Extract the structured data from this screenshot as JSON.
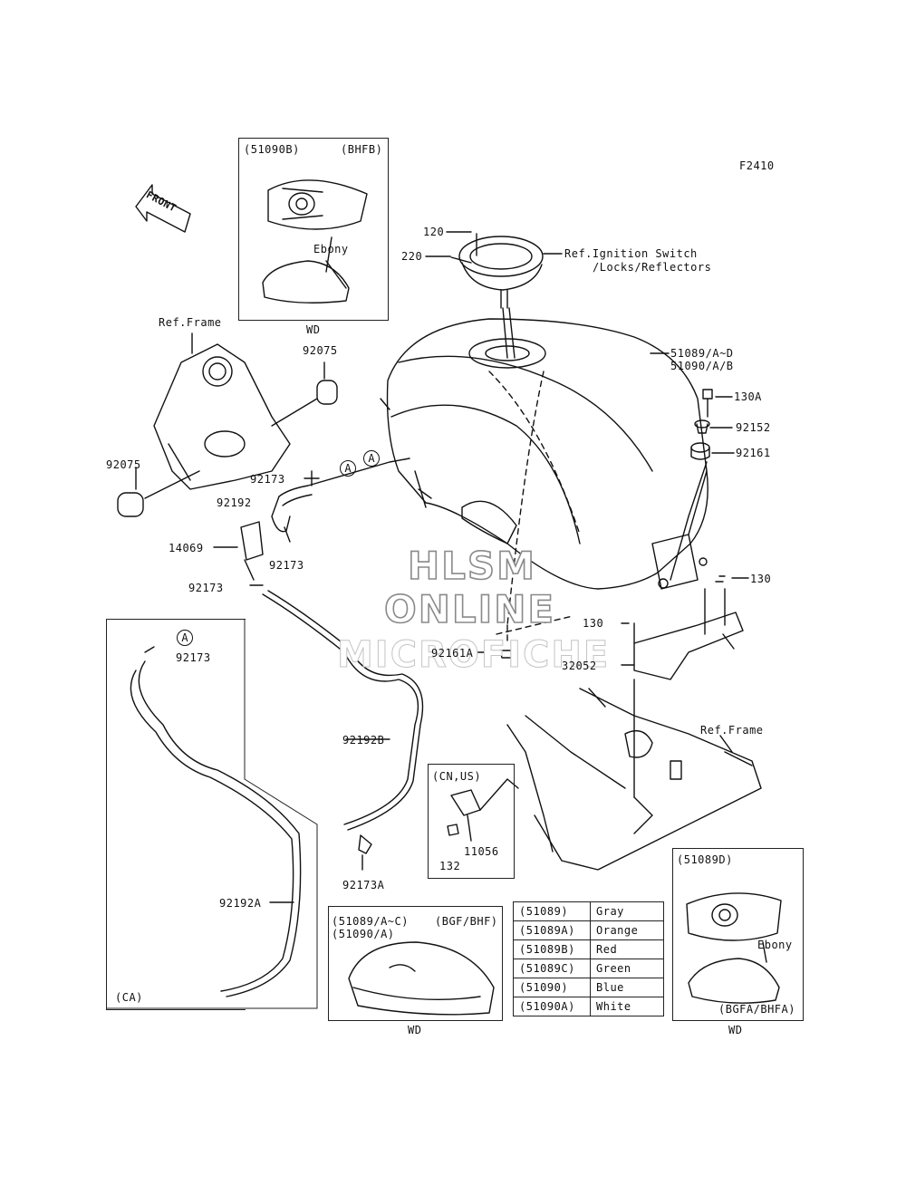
{
  "figure_code": "F2410",
  "front_arrow": "FRONT",
  "watermark": {
    "line1": "HLSM",
    "line2": "ONLINE",
    "line3": "MICROFICHE"
  },
  "inset_top": {
    "code": "(51090B)",
    "model": "(BHFB)",
    "ebony": "Ebony",
    "wd": "WD"
  },
  "inset_ca": {
    "circle": "A",
    "part_92173": "92173",
    "part_92192a": "92192A",
    "region": "(CA)"
  },
  "inset_cnus": {
    "region": "(CN,US)",
    "part_132": "132",
    "part_11056": "11056"
  },
  "inset_bottom_mid": {
    "code1": "(51089/A~C)",
    "code2": "(51090/A)",
    "model": "(BGF/BHF)",
    "wd": "WD"
  },
  "inset_bottom_right": {
    "code": "(51089D)",
    "ebony": "Ebony",
    "model": "(BGFA/BHFA)",
    "wd": "WD"
  },
  "color_table": [
    {
      "code": "(51089)",
      "color": "Gray"
    },
    {
      "code": "(51089A)",
      "color": "Orange"
    },
    {
      "code": "(51089B)",
      "color": "Red"
    },
    {
      "code": "(51089C)",
      "color": "Green"
    },
    {
      "code": "(51090)",
      "color": "Blue"
    },
    {
      "code": "(51090A)",
      "color": "White"
    }
  ],
  "labels": {
    "p120": "120",
    "p220": "220",
    "ref_ignition_1": "Ref.Ignition Switch",
    "ref_ignition_2": "/Locks/Reflectors",
    "ref_frame_top": "Ref.Frame",
    "p92075_top": "92075",
    "p92075_left": "92075",
    "tank_1": "51089/A~D",
    "tank_2": "51090/A/B",
    "p130a": "130A",
    "p92152": "92152",
    "p92161": "92161",
    "p92173_a": "92173",
    "circle_a1": "A",
    "circle_a2": "A",
    "p92192": "92192",
    "p14069": "14069",
    "p92173_b": "92173",
    "p92173_c": "92173",
    "p130_right": "130",
    "p130_mid": "130",
    "p92161a": "92161A",
    "p32052": "32052",
    "ref_frame_bottom": "Ref.Frame",
    "p92192b": "92192B",
    "p92173a": "92173A"
  }
}
